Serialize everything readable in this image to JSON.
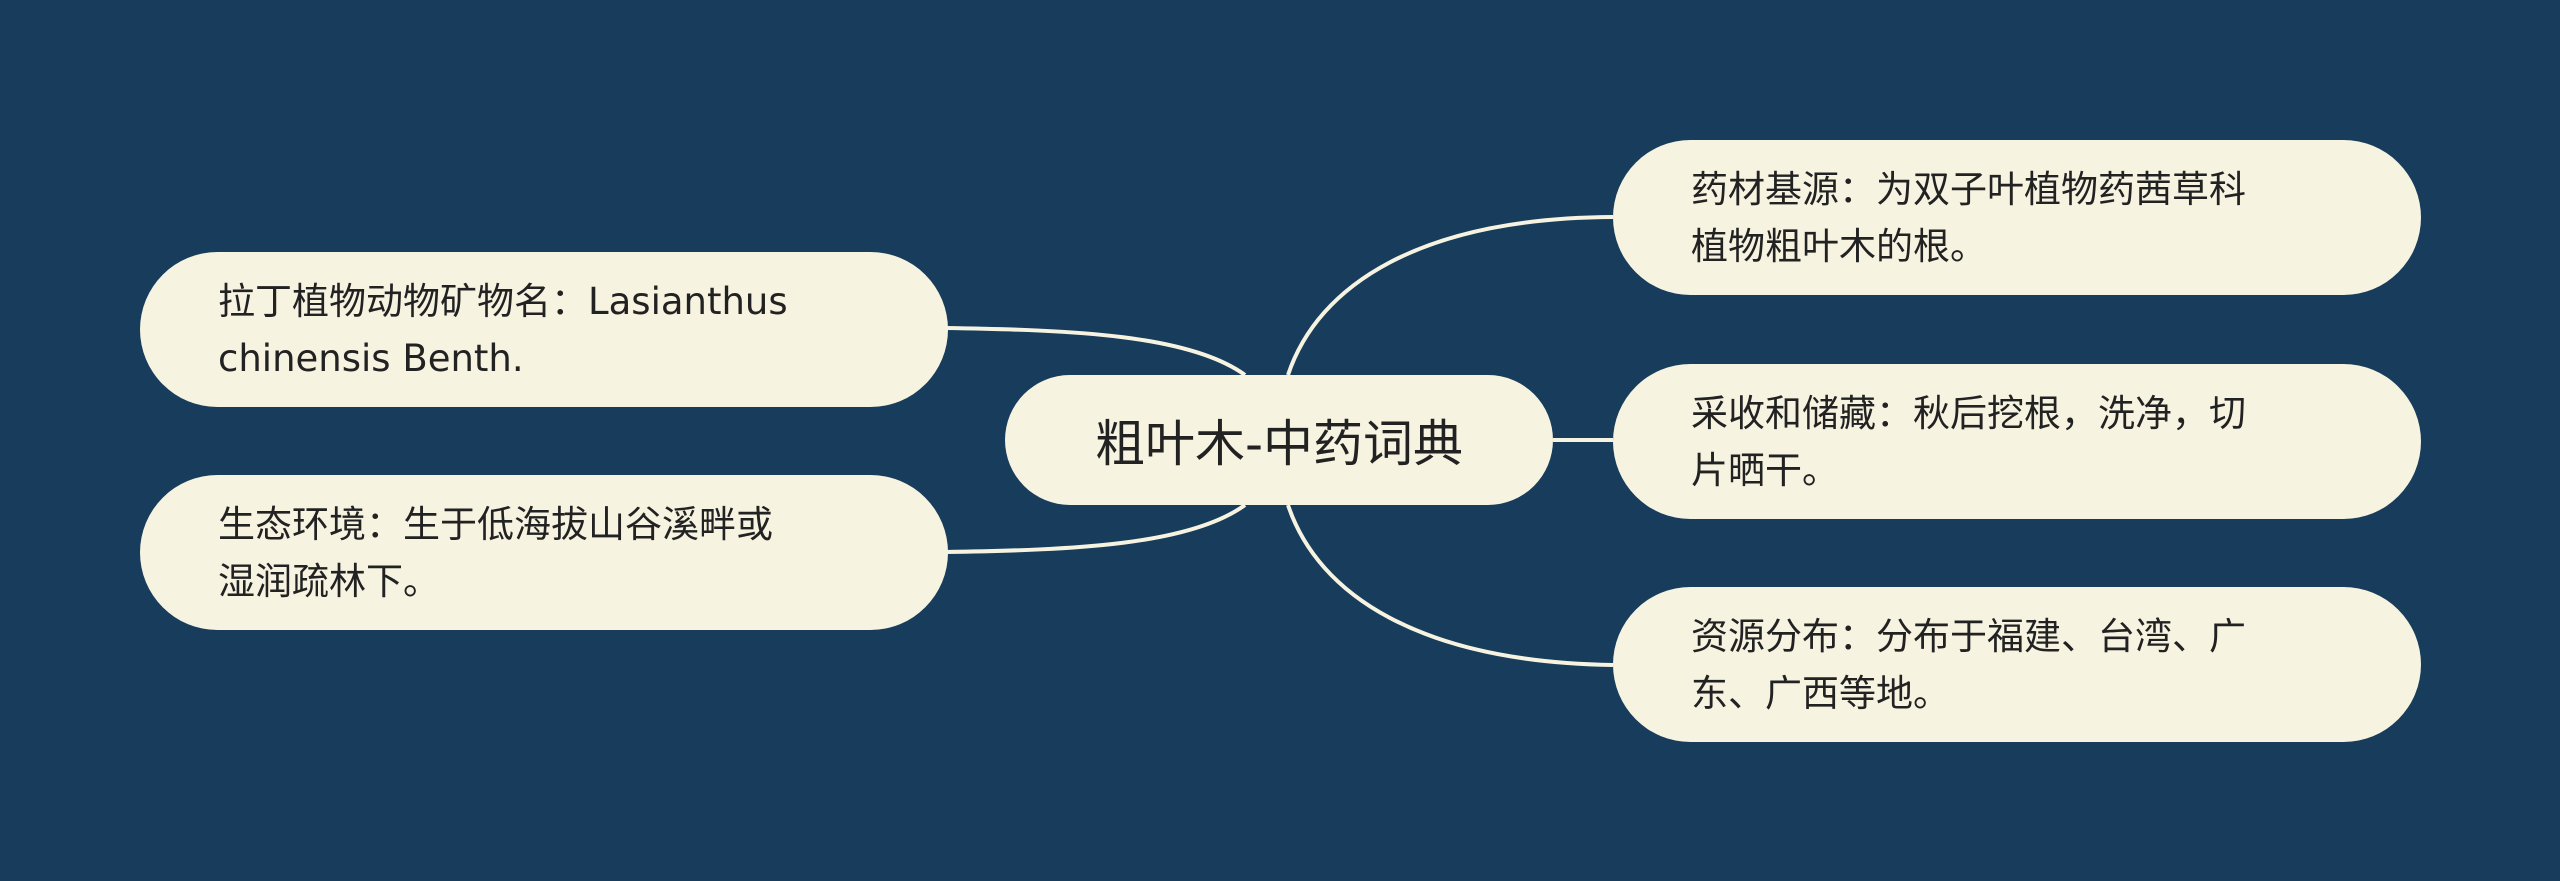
{
  "mindmap": {
    "root": {
      "label": "粗叶木-中药词典"
    },
    "left_branches": [
      {
        "label": "拉丁植物动物矿物名：Lasianthus\nchinensis Benth."
      },
      {
        "label": "生态环境：生于低海拔山谷溪畔或\n湿润疏林下。"
      }
    ],
    "right_branches": [
      {
        "label": "药材基源：为双子叶植物药茜草科\n植物粗叶木的根。"
      },
      {
        "label": "采收和储藏：秋后挖根，洗净，切\n片晒干。"
      },
      {
        "label": "资源分布：分布于福建、台湾、广\n东、广西等地。"
      }
    ]
  },
  "colors": {
    "background": "#173c5c",
    "node_fill": "#f7f3e1",
    "connector": "#f7f3e1",
    "text": "#222222"
  }
}
